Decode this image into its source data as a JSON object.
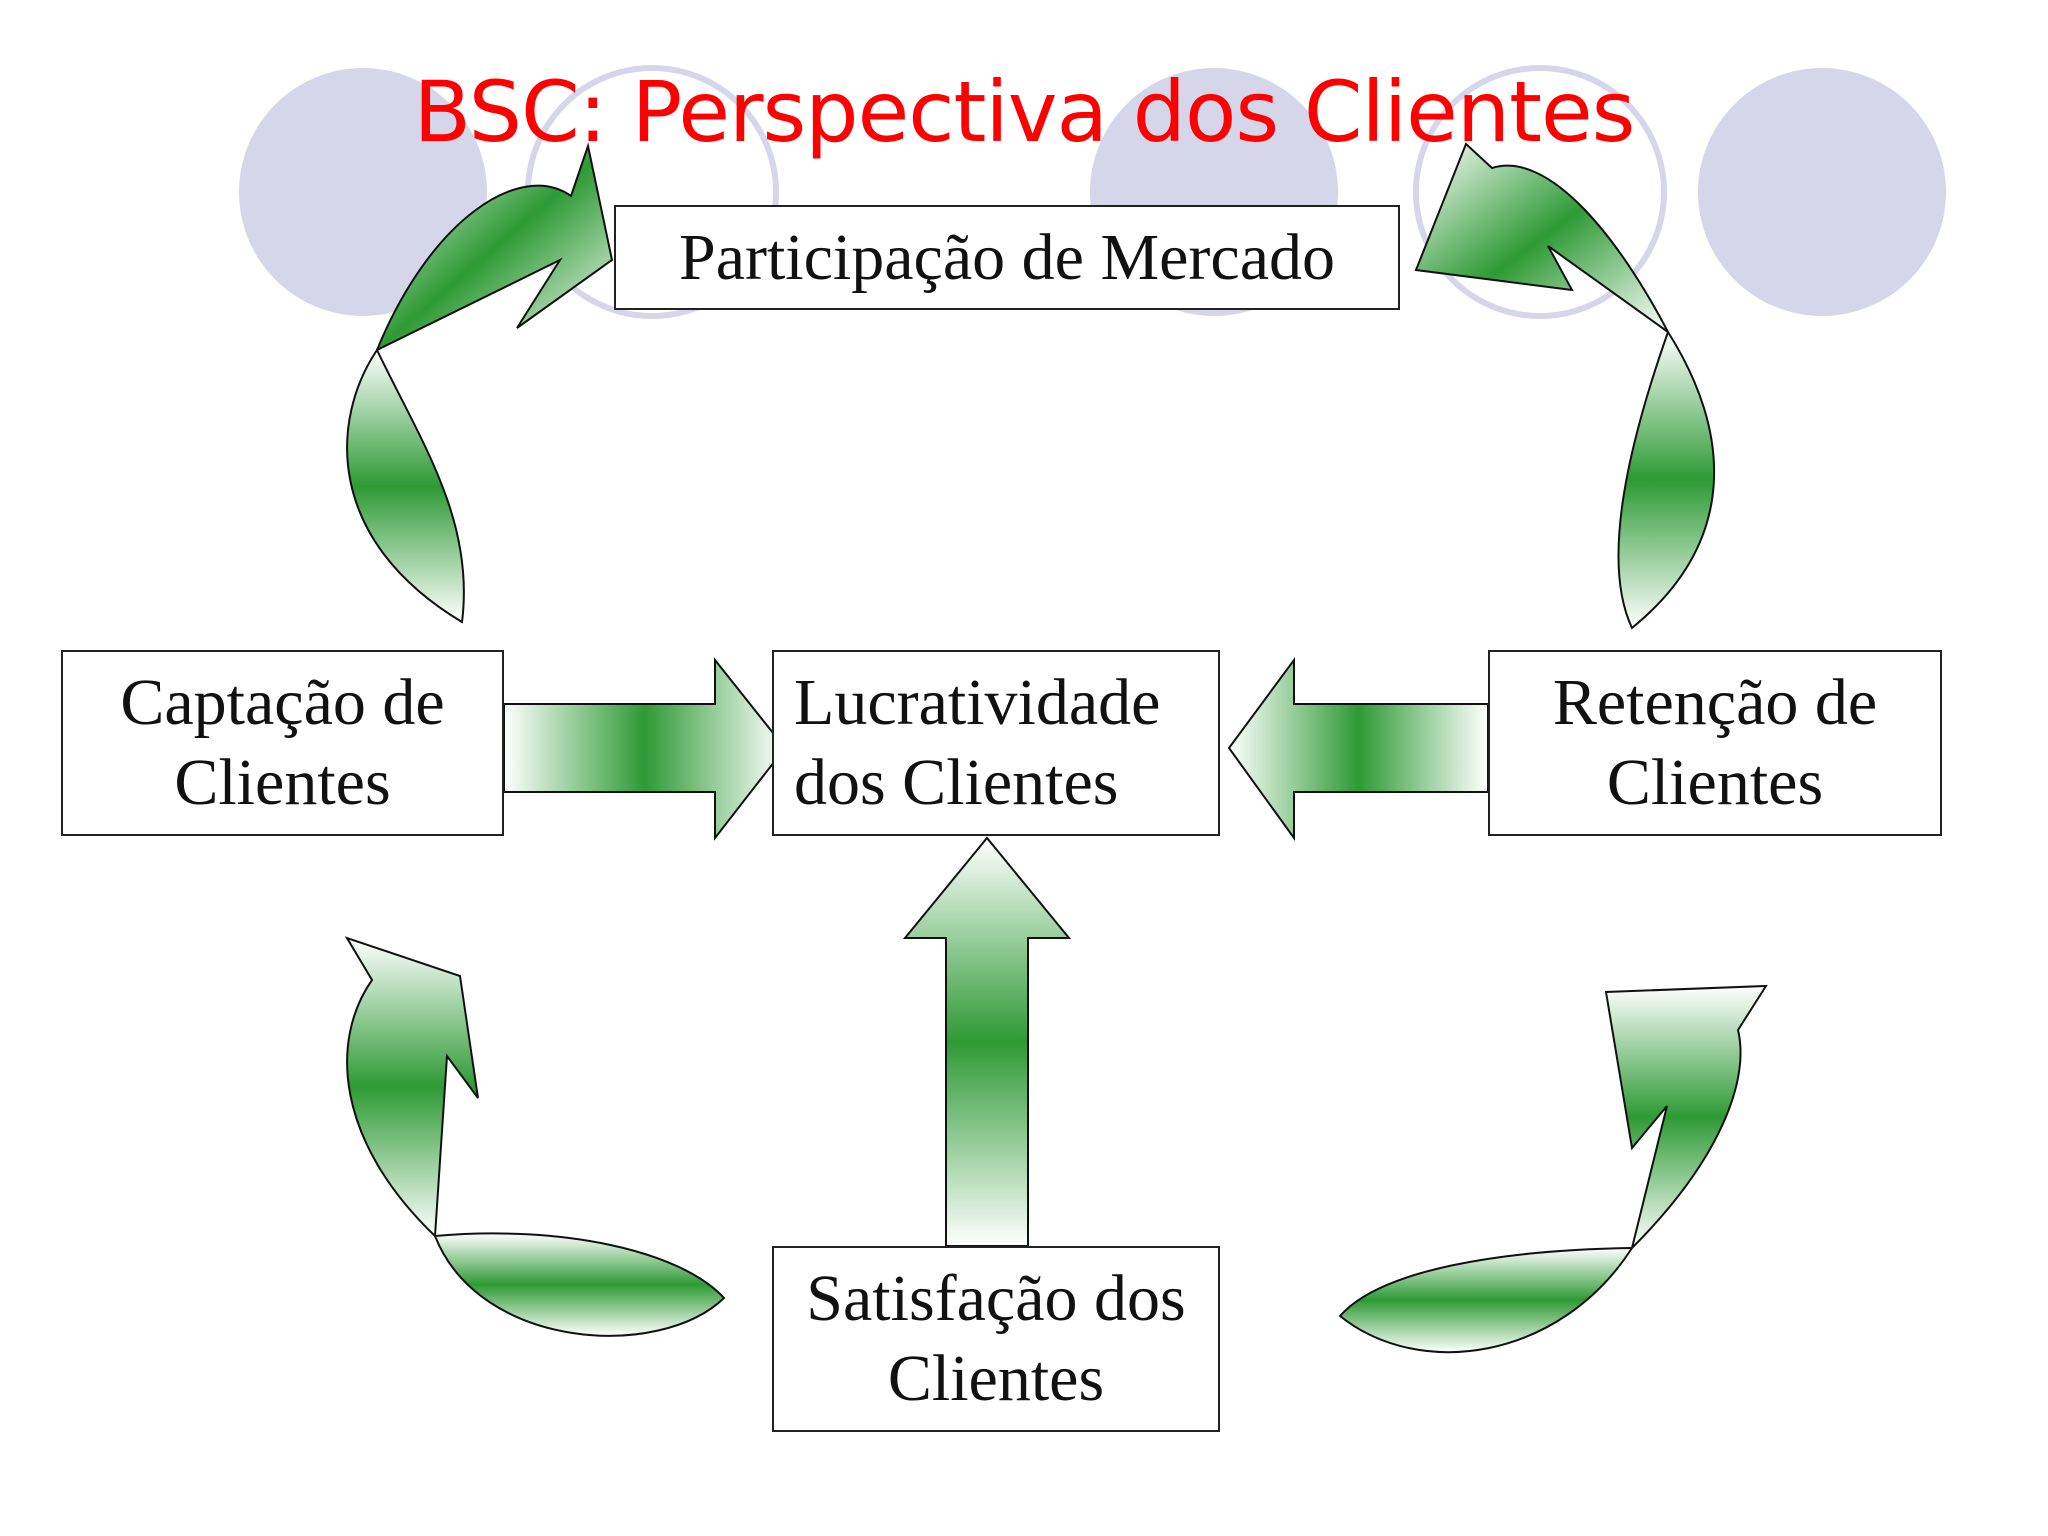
{
  "slide": {
    "title": "BSC: Perspectiva dos Clientes",
    "title_color": "#ff0000",
    "accent_green": "#2e9a35",
    "decor_circle_color": "#d6d6ea"
  },
  "boxes": {
    "market_share": "Participação de Mercado",
    "acquisition": [
      "Captação de",
      "Clientes"
    ],
    "profitability": [
      "Lucratividade",
      "dos Clientes"
    ],
    "retention": [
      "Retenção de",
      "Clientes"
    ],
    "satisfaction": [
      "Satisfação dos",
      "Clientes"
    ]
  }
}
